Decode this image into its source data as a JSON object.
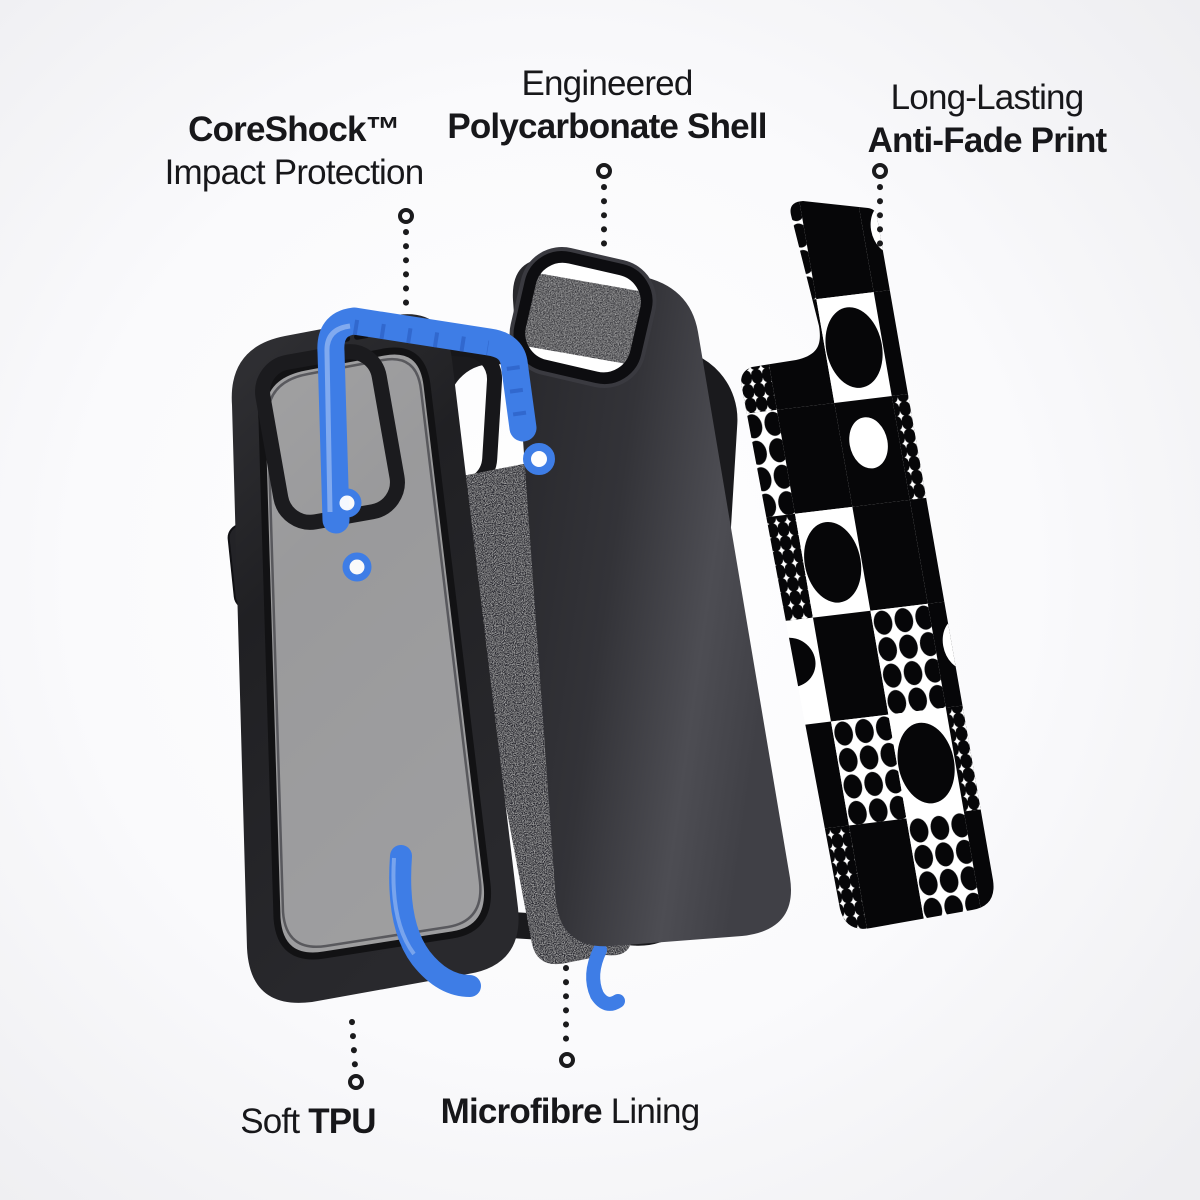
{
  "labels": {
    "coreshock": {
      "bold": "CoreShock™",
      "regular": "Impact Protection"
    },
    "shell": {
      "regular": "Engineered",
      "bold": "Polycarbonate Shell"
    },
    "print": {
      "regular": "Long-Lasting",
      "bold": "Anti-Fade Print"
    },
    "tpu": {
      "regular": "Soft",
      "bold": "TPU"
    },
    "microfibre": {
      "bold": "Microfibre",
      "regular": "Lining"
    }
  },
  "colors": {
    "accent_blue": "#3E7DE6",
    "accent_blue_dark": "#2B5EC2",
    "text": "#17171A",
    "background": "#F1F1F3",
    "case_black": "#232327",
    "pattern_black": "#060608",
    "white": "#FFFFFF"
  }
}
